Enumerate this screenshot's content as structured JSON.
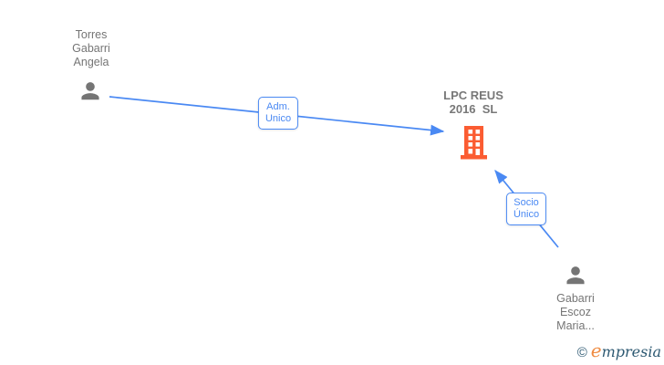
{
  "diagram": {
    "nodes": [
      {
        "id": "person-1",
        "type": "person",
        "label": "Torres\nGabarri\nAngela"
      },
      {
        "id": "company-1",
        "type": "company",
        "label": "LPC REUS\n2016  SL"
      },
      {
        "id": "person-2",
        "type": "person",
        "label": "Gabarri\nEscoz\nMaria..."
      }
    ],
    "edges": [
      {
        "from": "person-1",
        "to": "company-1",
        "label": "Adm.\nUnico"
      },
      {
        "from": "person-2",
        "to": "company-1",
        "label": "Socio\nÚnico"
      }
    ]
  },
  "colors": {
    "edge_blue": "#4a89f3",
    "person_gray": "#757575",
    "text_gray": "#757575",
    "building_orange": "#fb5c32",
    "brand_dark": "#2d5972",
    "brand_orange": "#ef8b41"
  },
  "watermark": {
    "copyright": "©",
    "brand_first_letter": "e",
    "brand_rest": "mpresia"
  }
}
